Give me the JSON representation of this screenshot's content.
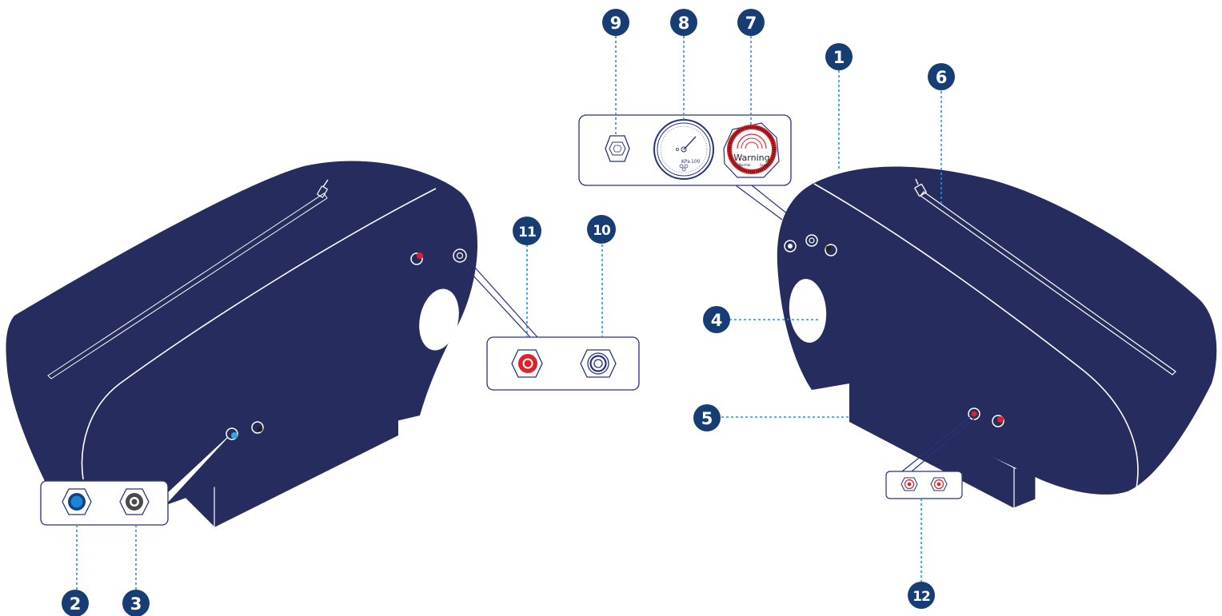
{
  "colors": {
    "body_navy": "#262d5e",
    "badge_navy": "#173e74",
    "leader_blue": "#2f8fd0",
    "port_red": "#e0202a",
    "port_blue": "#1a86d6",
    "port_gray": "#4a4a4a",
    "panel_border": "#26337a"
  },
  "callouts": [
    {
      "id": "c1",
      "label": "1"
    },
    {
      "id": "c2",
      "label": "2"
    },
    {
      "id": "c3",
      "label": "3"
    },
    {
      "id": "c4",
      "label": "4"
    },
    {
      "id": "c5",
      "label": "5"
    },
    {
      "id": "c6",
      "label": "6"
    },
    {
      "id": "c7",
      "label": "7"
    },
    {
      "id": "c8",
      "label": "8"
    },
    {
      "id": "c9",
      "label": "9"
    },
    {
      "id": "c10",
      "label": "10"
    },
    {
      "id": "c11",
      "label": "11"
    },
    {
      "id": "c12",
      "label": "12"
    }
  ],
  "gauges": {
    "pressure_gauge": {
      "unit": "KPa",
      "max": "100"
    },
    "warning_gauge": {
      "title": "Warning",
      "left_label": "Normal",
      "right_label": "Good"
    }
  },
  "icons": {
    "hex_valve": "hex-valve-icon",
    "pressure_gauge": "pressure-gauge-icon",
    "warning_gauge": "warning-gauge-icon",
    "red_connector": "red-connector-icon",
    "blue_connector": "blue-connector-icon",
    "gray_connector": "gray-connector-icon",
    "zipper_pull": "zipper-pull-icon"
  }
}
